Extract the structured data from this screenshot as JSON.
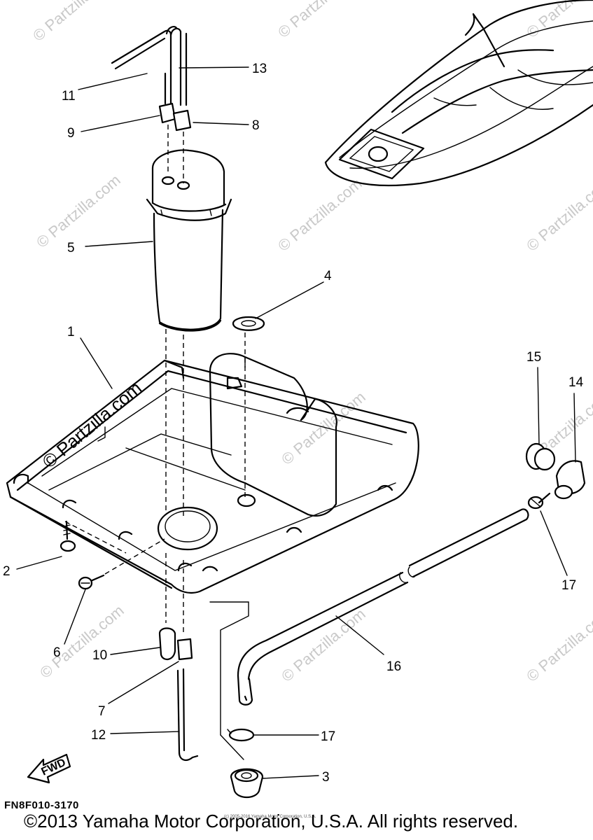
{
  "diagram": {
    "callouts": [
      "1",
      "2",
      "3",
      "4",
      "5",
      "6",
      "7",
      "8",
      "9",
      "10",
      "11",
      "12",
      "13",
      "14",
      "15",
      "16",
      "17",
      "17"
    ],
    "fwd_label": "FWD",
    "part_code": "FN8F010-3170",
    "copyright": "©2013 Yamaha Motor Corporation, U.S.A. All rights reserved.",
    "copyright_small": "(c) 2005-2016 Yamaha Motor Corporation, U.S.A.",
    "watermark": "© Partzilla.com"
  }
}
